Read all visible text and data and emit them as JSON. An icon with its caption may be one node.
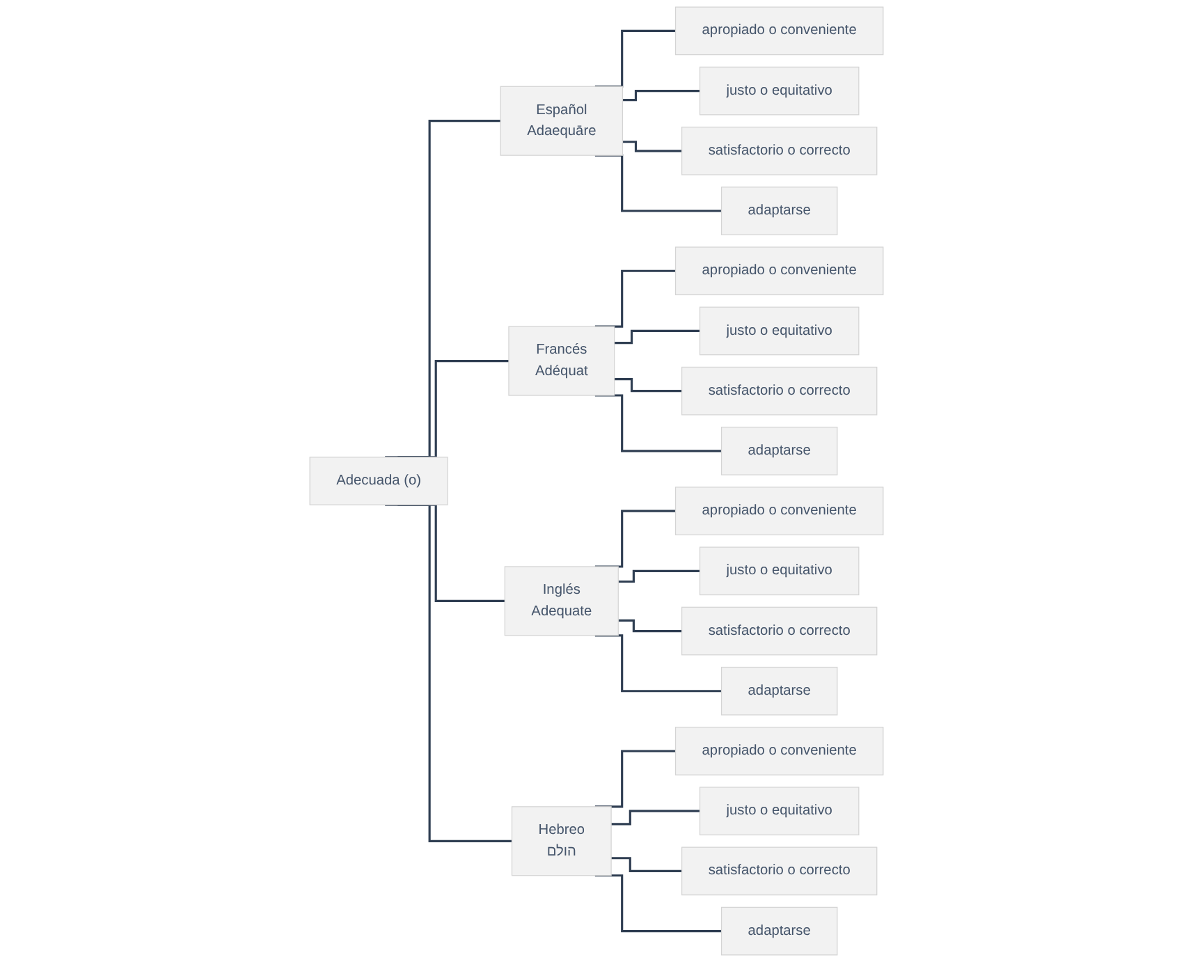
{
  "diagram": {
    "nodes": [
      {
        "text": [
          "Adecuada (o)"
        ]
      },
      {
        "text": [
          "Español",
          "Adaequāre"
        ]
      },
      {
        "text": [
          "apropiado o conveniente"
        ]
      },
      {
        "text": [
          "justo o equitativo"
        ]
      },
      {
        "text": [
          "satisfactorio o correcto"
        ]
      },
      {
        "text": [
          "adaptarse"
        ]
      },
      {
        "text": [
          "Francés",
          "Adéquat"
        ]
      },
      {
        "text": [
          "apropiado o conveniente"
        ]
      },
      {
        "text": [
          "justo o equitativo"
        ]
      },
      {
        "text": [
          "satisfactorio o correcto"
        ]
      },
      {
        "text": [
          "adaptarse"
        ]
      },
      {
        "text": [
          "Inglés",
          "Adequate"
        ]
      },
      {
        "text": [
          "apropiado o conveniente"
        ]
      },
      {
        "text": [
          "justo o equitativo"
        ]
      },
      {
        "text": [
          "satisfactorio o correcto"
        ]
      },
      {
        "text": [
          "adaptarse"
        ]
      },
      {
        "text": [
          "Hebreo",
          "הולם"
        ]
      },
      {
        "text": [
          "apropiado o conveniente"
        ]
      },
      {
        "text": [
          "justo o equitativo"
        ]
      },
      {
        "text": [
          "satisfactorio o correcto"
        ]
      },
      {
        "text": [
          "adaptarse"
        ]
      }
    ],
    "edges": [
      {
        "from": 0,
        "to": 1,
        "arrow": "none"
      },
      {
        "from": 0,
        "to": 6,
        "arrow": "none"
      },
      {
        "from": 0,
        "to": 11,
        "arrow": "none"
      },
      {
        "from": 0,
        "to": 16,
        "arrow": "none"
      },
      {
        "from": 1,
        "to": 2,
        "arrow": "none"
      },
      {
        "from": 1,
        "to": 3,
        "arrow": "none"
      },
      {
        "from": 1,
        "to": 4,
        "arrow": "none"
      },
      {
        "from": 1,
        "to": 5,
        "arrow": "none"
      },
      {
        "from": 6,
        "to": 7,
        "arrow": "none"
      },
      {
        "from": 6,
        "to": 8,
        "arrow": "none"
      },
      {
        "from": 6,
        "to": 9,
        "arrow": "none"
      },
      {
        "from": 6,
        "to": 10,
        "arrow": "none"
      },
      {
        "from": 11,
        "to": 12,
        "arrow": "none"
      },
      {
        "from": 11,
        "to": 13,
        "arrow": "none"
      },
      {
        "from": 11,
        "to": 14,
        "arrow": "none"
      },
      {
        "from": 11,
        "to": 15,
        "arrow": "none"
      },
      {
        "from": 16,
        "to": 17,
        "arrow": "none"
      },
      {
        "from": 16,
        "to": 18,
        "arrow": "none"
      },
      {
        "from": 16,
        "to": 19,
        "arrow": "none"
      },
      {
        "from": 16,
        "to": 20,
        "arrow": "none"
      }
    ]
  }
}
